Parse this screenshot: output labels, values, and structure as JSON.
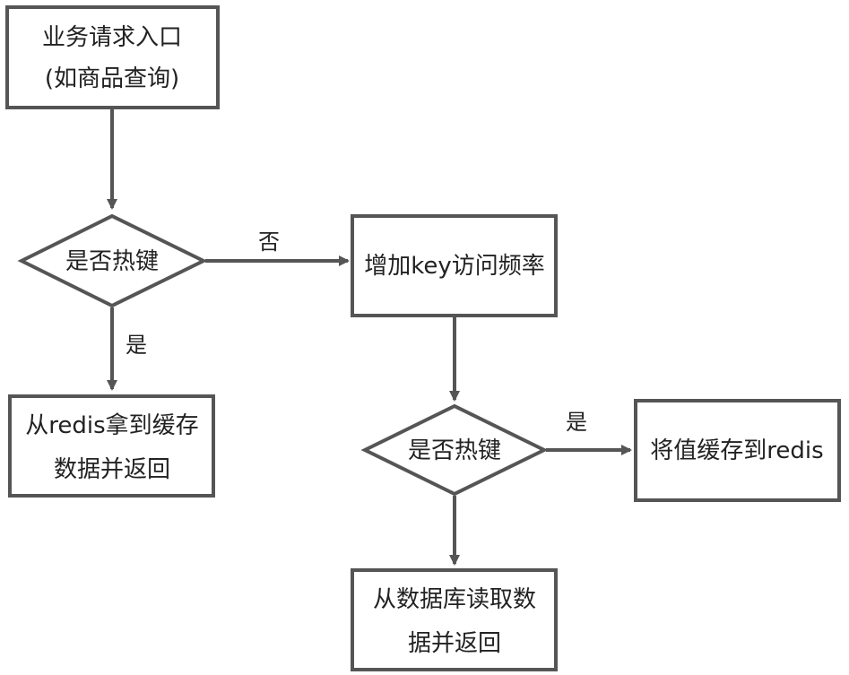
{
  "diagram": {
    "colors": {
      "stroke": "#555555",
      "text": "#222222",
      "background": "#ffffff"
    },
    "nodes": {
      "entry": {
        "shape": "rectangle",
        "line1": "业务请求入口",
        "line2": "(如商品查询)"
      },
      "hotkey_check_1": {
        "shape": "diamond",
        "label": "是否热键"
      },
      "increase_freq": {
        "shape": "rectangle",
        "label": "增加key访问频率"
      },
      "get_from_redis": {
        "shape": "rectangle",
        "line1": "从redis拿到缓存",
        "line2": "数据并返回"
      },
      "hotkey_check_2": {
        "shape": "diamond",
        "label": "是否热键"
      },
      "cache_to_redis": {
        "shape": "rectangle",
        "label": "将值缓存到redis"
      },
      "read_from_db": {
        "shape": "rectangle",
        "line1": "从数据库读取数",
        "line2": "据并返回"
      }
    },
    "edges": {
      "no_label": "否",
      "yes_label_1": "是",
      "yes_label_2": "是"
    }
  }
}
